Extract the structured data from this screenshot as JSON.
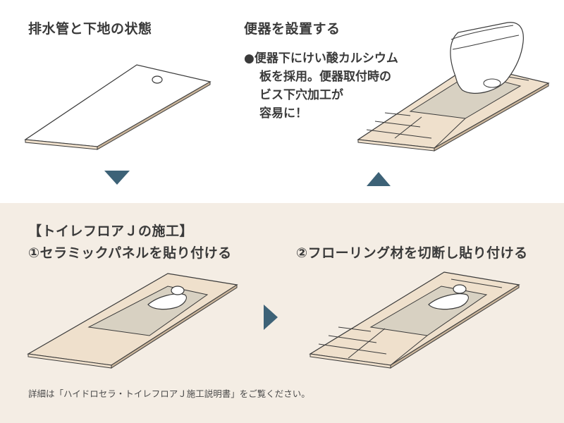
{
  "top_left": {
    "title": "排水管と下地の状態"
  },
  "top_right": {
    "title": "便器を設置する",
    "note_lines": [
      "●便器下にけい酸カルシウム",
      "板を採用。便器取付時の",
      "ビス下穴加工が",
      "容易に！"
    ]
  },
  "bottom": {
    "section_title": "【トイレフロアＪの施工】",
    "step1": "①セラミックパネルを貼り付ける",
    "step2": "②フローリング材を切断し貼り付ける",
    "footer": "詳細は「ハイドロセラ・トイレフロアＪ施工説明書」をご覧ください。"
  },
  "colors": {
    "arrow": "#3d6277",
    "board_top": "#efe0cc",
    "board_edge": "#c9b49a",
    "panel": "#d8d1c2",
    "outline": "#3a3a3a",
    "background_bottom": "#f4ede4"
  }
}
